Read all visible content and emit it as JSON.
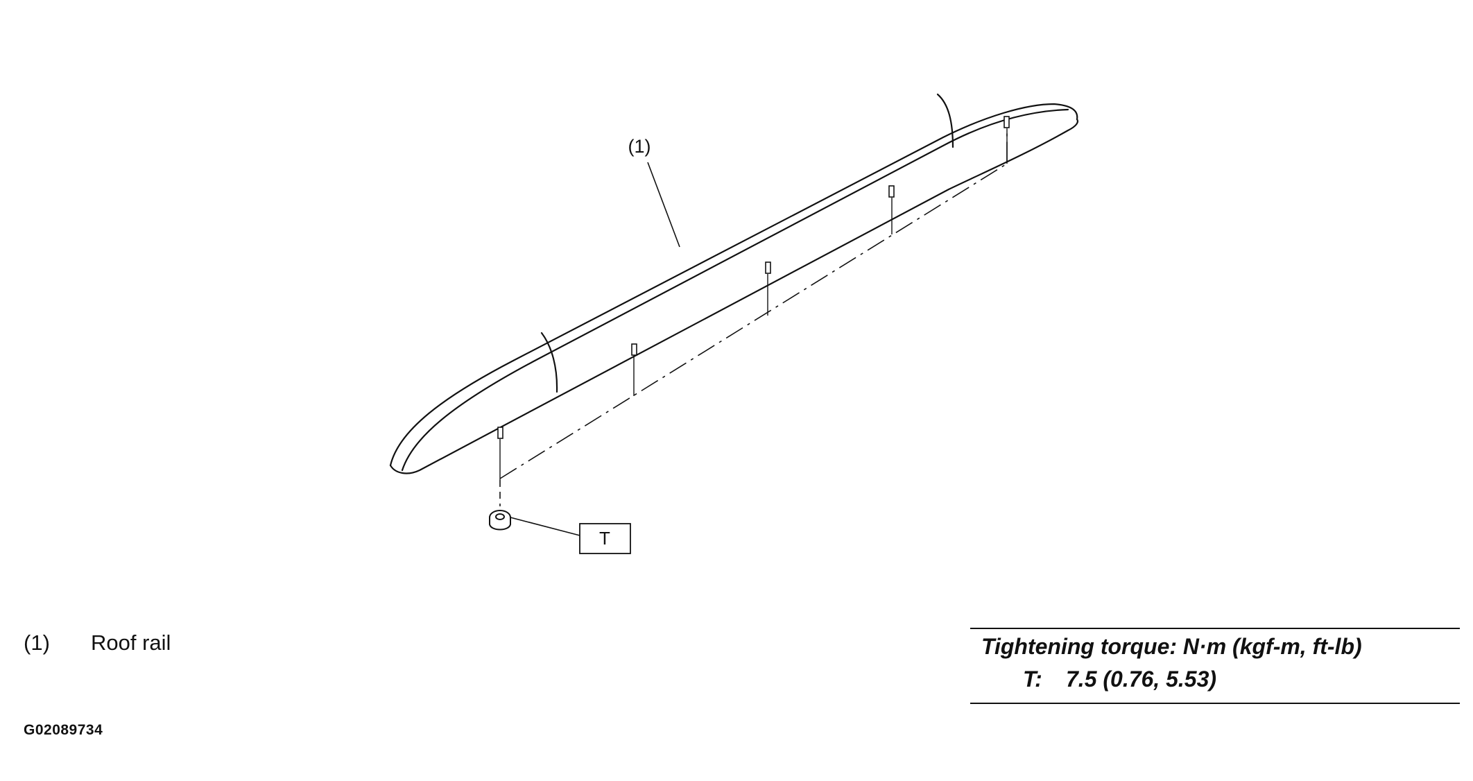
{
  "diagram": {
    "callout_number": "(1)",
    "torque_box_code": "T"
  },
  "legend": {
    "number": "(1)",
    "part_name": "Roof rail"
  },
  "torque_table": {
    "heading": "Tightening torque: N·m (kgf-m, ft-lb)",
    "code": "T:",
    "value": "7.5 (0.76, 5.53)"
  },
  "figure_code": "G02089734"
}
